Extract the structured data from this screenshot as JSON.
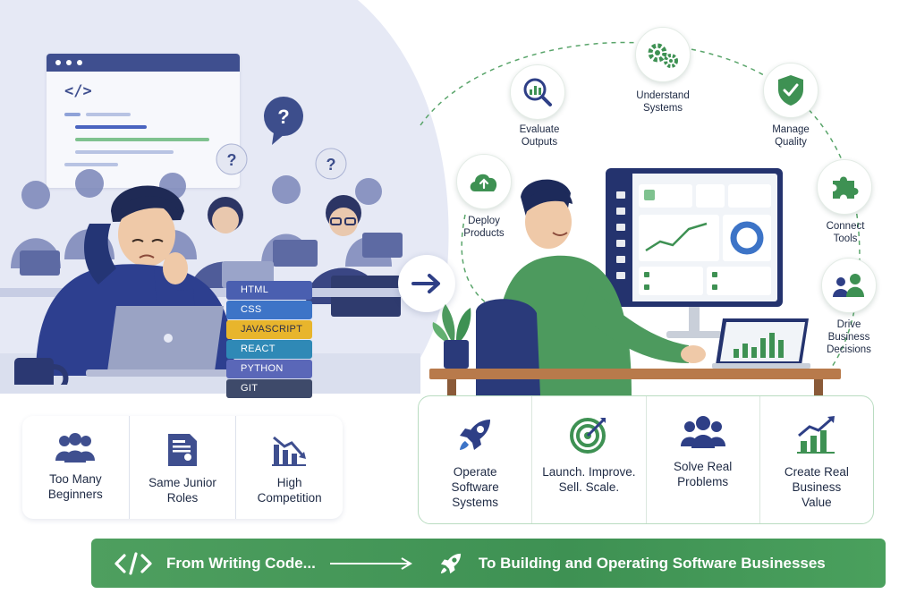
{
  "colors": {
    "navy": "#3f4f8f",
    "left_bg": "#e6e9f5",
    "green": "#3e9153",
    "green_light": "#b9dcc1",
    "text": "#1e2a44"
  },
  "code_window": {
    "tag": "</>"
  },
  "question_marks": [
    "?",
    "?",
    "?"
  ],
  "tech_stack": [
    {
      "label": "HTML",
      "color": "#4a5fb0"
    },
    {
      "label": "CSS",
      "color": "#3d74c7"
    },
    {
      "label": "JAVASCRIPT",
      "color": "#e8b52c"
    },
    {
      "label": "REACT",
      "color": "#2f89b6"
    },
    {
      "label": "PYTHON",
      "color": "#5a67b8"
    },
    {
      "label": "GIT",
      "color": "#3e4a6a"
    }
  ],
  "problems": [
    {
      "label": "Too Many Beginners",
      "icon": "group-icon"
    },
    {
      "label": "Same Junior Roles",
      "icon": "resume-icon"
    },
    {
      "label": "High Competition",
      "icon": "declining-chart-icon"
    }
  ],
  "skills": [
    {
      "label": "Deploy Products",
      "icon": "cloud-upload-icon"
    },
    {
      "label": "Evaluate Outputs",
      "icon": "magnifier-chart-icon"
    },
    {
      "label": "Understand Systems",
      "icon": "gears-icon"
    },
    {
      "label": "Manage Quality",
      "icon": "shield-check-icon"
    },
    {
      "label": "Connect Tools",
      "icon": "puzzle-icon"
    },
    {
      "label": "Drive Business Decisions",
      "icon": "team-icon"
    }
  ],
  "values": [
    {
      "label": "Operate Software Systems",
      "icon": "rocket-icon"
    },
    {
      "label": "Launch. Improve. Sell. Scale.",
      "icon": "target-icon"
    },
    {
      "label": "Solve Real Problems",
      "icon": "people-icon"
    },
    {
      "label": "Create Real Business Value",
      "icon": "growth-chart-icon"
    }
  ],
  "banner": {
    "from_icon": "code-icon",
    "from_text": "From Writing Code...",
    "to_icon": "rocket-icon",
    "to_text": "To Building and Operating Software Businesses"
  }
}
